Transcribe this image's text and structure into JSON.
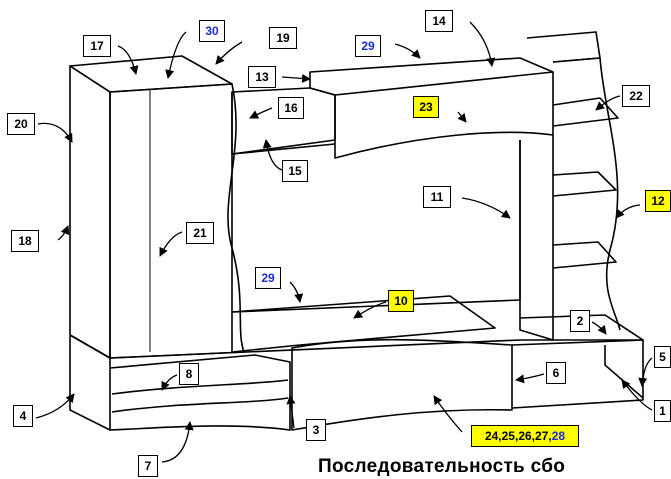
{
  "caption": "Последовательность сбо",
  "labels": [
    {
      "id": "l1",
      "text": "1"
    },
    {
      "id": "l2",
      "text": "2"
    },
    {
      "id": "l3",
      "text": "3"
    },
    {
      "id": "l4",
      "text": "4"
    },
    {
      "id": "l5",
      "text": "5"
    },
    {
      "id": "l6",
      "text": "6"
    },
    {
      "id": "l7",
      "text": "7"
    },
    {
      "id": "l8",
      "text": "8"
    },
    {
      "id": "l10",
      "text": "10"
    },
    {
      "id": "l11",
      "text": "11"
    },
    {
      "id": "l12",
      "text": "12"
    },
    {
      "id": "l13",
      "text": "13"
    },
    {
      "id": "l14",
      "text": "14"
    },
    {
      "id": "l15",
      "text": "15"
    },
    {
      "id": "l16",
      "text": "16"
    },
    {
      "id": "l17",
      "text": "17"
    },
    {
      "id": "l18",
      "text": "18"
    },
    {
      "id": "l19",
      "text": "19"
    },
    {
      "id": "l20",
      "text": "20"
    },
    {
      "id": "l21",
      "text": "21"
    },
    {
      "id": "l22",
      "text": "22"
    },
    {
      "id": "l23",
      "text": "23"
    },
    {
      "id": "l29a",
      "text": "29"
    },
    {
      "id": "l29b",
      "text": "29"
    },
    {
      "id": "l30",
      "text": "30"
    }
  ],
  "multi_label": {
    "black_part": "24,25,26,27,",
    "blue_part": "28"
  },
  "colors": {
    "highlight": "#ffff00",
    "blue_text": "#1a2ad6",
    "line": "#000000"
  }
}
